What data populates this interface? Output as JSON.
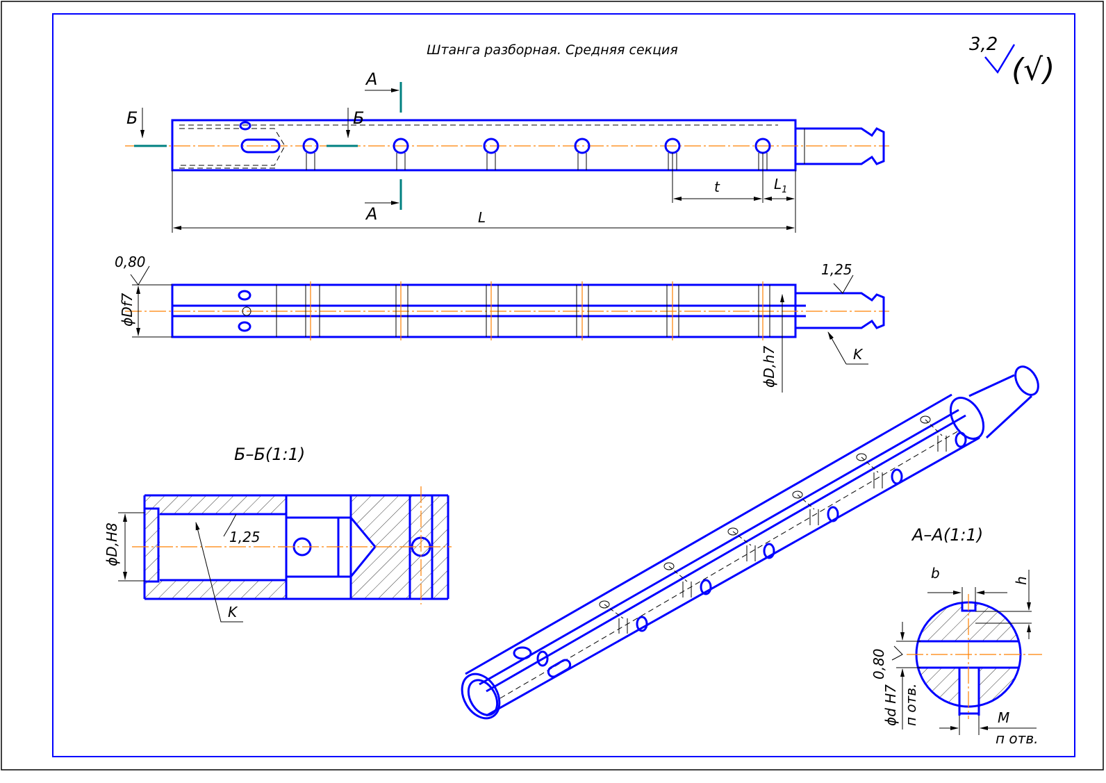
{
  "title": "Штанга разборная. Средняя секция",
  "roughness": {
    "value": "3,2",
    "general_mark": "(√)"
  },
  "main_view": {
    "section_a_label": "А",
    "section_b_label": "Б",
    "dim_pitch": "t",
    "dim_end": "L",
    "dim_end_sub": "1",
    "dim_length": "L"
  },
  "side_view": {
    "roughness_left": "0,80",
    "dim_diameter_left": "ϕDf7",
    "roughness_right": "1,25",
    "leader_k": "K",
    "dim_diameter_right": "ϕD,h7"
  },
  "section_bb": {
    "title": "Б–Б(1:1)",
    "dim_diameter": "ϕD,H8",
    "roughness": "1,25",
    "leader_k": "K"
  },
  "section_aa": {
    "title": "А–А(1:1)",
    "dim_b": "b",
    "dim_h": "h",
    "roughness": "0,80",
    "dim_hole": "ϕd H7",
    "hole_count_left": "п отв.",
    "dim_m": "M",
    "hole_count_right": "п отв."
  },
  "colors": {
    "contour": "#0000ff",
    "axis": "#ff8000",
    "cut_line": "#008080",
    "frame": "#0000ff"
  }
}
